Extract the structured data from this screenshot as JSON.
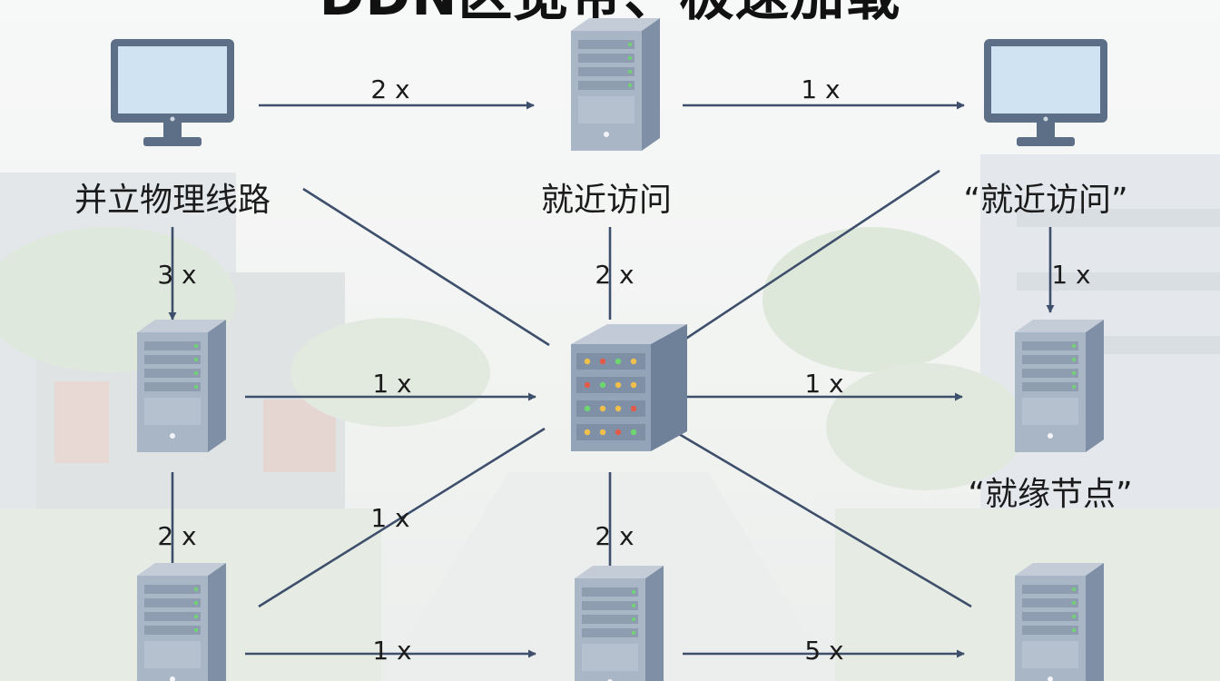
{
  "title": "DDN区宽带、极速加载",
  "colors": {
    "arrow": "#3d4f6b",
    "device_body": "#a9b6c6",
    "device_dark": "#7f90a6",
    "screen": "#cfe3f3"
  },
  "nodes": [
    {
      "id": "tl",
      "kind": "monitor",
      "icon": "monitor-icon",
      "label": "并立物理线路"
    },
    {
      "id": "tc",
      "kind": "server",
      "icon": "server-icon",
      "label": "就近访问"
    },
    {
      "id": "tr",
      "kind": "monitor",
      "icon": "monitor-icon",
      "label": "“就近访问”"
    },
    {
      "id": "ml",
      "kind": "server",
      "icon": "server-icon",
      "label": ""
    },
    {
      "id": "hub",
      "kind": "hub",
      "icon": "switch-hub-icon",
      "label": ""
    },
    {
      "id": "mr",
      "kind": "server",
      "icon": "server-icon",
      "label": "“就缘节点”"
    },
    {
      "id": "bl",
      "kind": "server",
      "icon": "server-icon",
      "label": ""
    },
    {
      "id": "bc",
      "kind": "server",
      "icon": "server-icon",
      "label": ""
    },
    {
      "id": "br",
      "kind": "server",
      "icon": "server-icon",
      "label": ""
    }
  ],
  "edges": [
    {
      "from": "tl",
      "to": "tc",
      "label": "2 x",
      "arrow": true
    },
    {
      "from": "tc",
      "to": "tr",
      "label": "1 x",
      "arrow": true
    },
    {
      "from": "tl",
      "to": "ml",
      "label": "3  x",
      "arrow": true
    },
    {
      "from": "tc",
      "to": "hub",
      "label": "2  x",
      "arrow": false
    },
    {
      "from": "tr",
      "to": "mr",
      "label": "1 x",
      "arrow": true
    },
    {
      "from": "ml",
      "to": "hub",
      "label": "1 x",
      "arrow": true
    },
    {
      "from": "hub",
      "to": "mr",
      "label": "1 x",
      "arrow": true
    },
    {
      "from": "ml",
      "to": "bl",
      "label": "2  x",
      "arrow": true
    },
    {
      "from": "hub",
      "to": "bc",
      "label": "2  x",
      "arrow": true
    },
    {
      "from": "bl",
      "to": "bc",
      "label": "1 x",
      "arrow": true
    },
    {
      "from": "bc",
      "to": "br",
      "label": "5 x",
      "arrow": true
    },
    {
      "from": "bl",
      "to": "hub",
      "label": "1 x",
      "arrow": false
    },
    {
      "from": "tl",
      "to": "hub",
      "label": "",
      "arrow": false
    },
    {
      "from": "tr",
      "to": "hub",
      "label": "",
      "arrow": false
    },
    {
      "from": "hub",
      "to": "br",
      "label": "",
      "arrow": false
    }
  ]
}
